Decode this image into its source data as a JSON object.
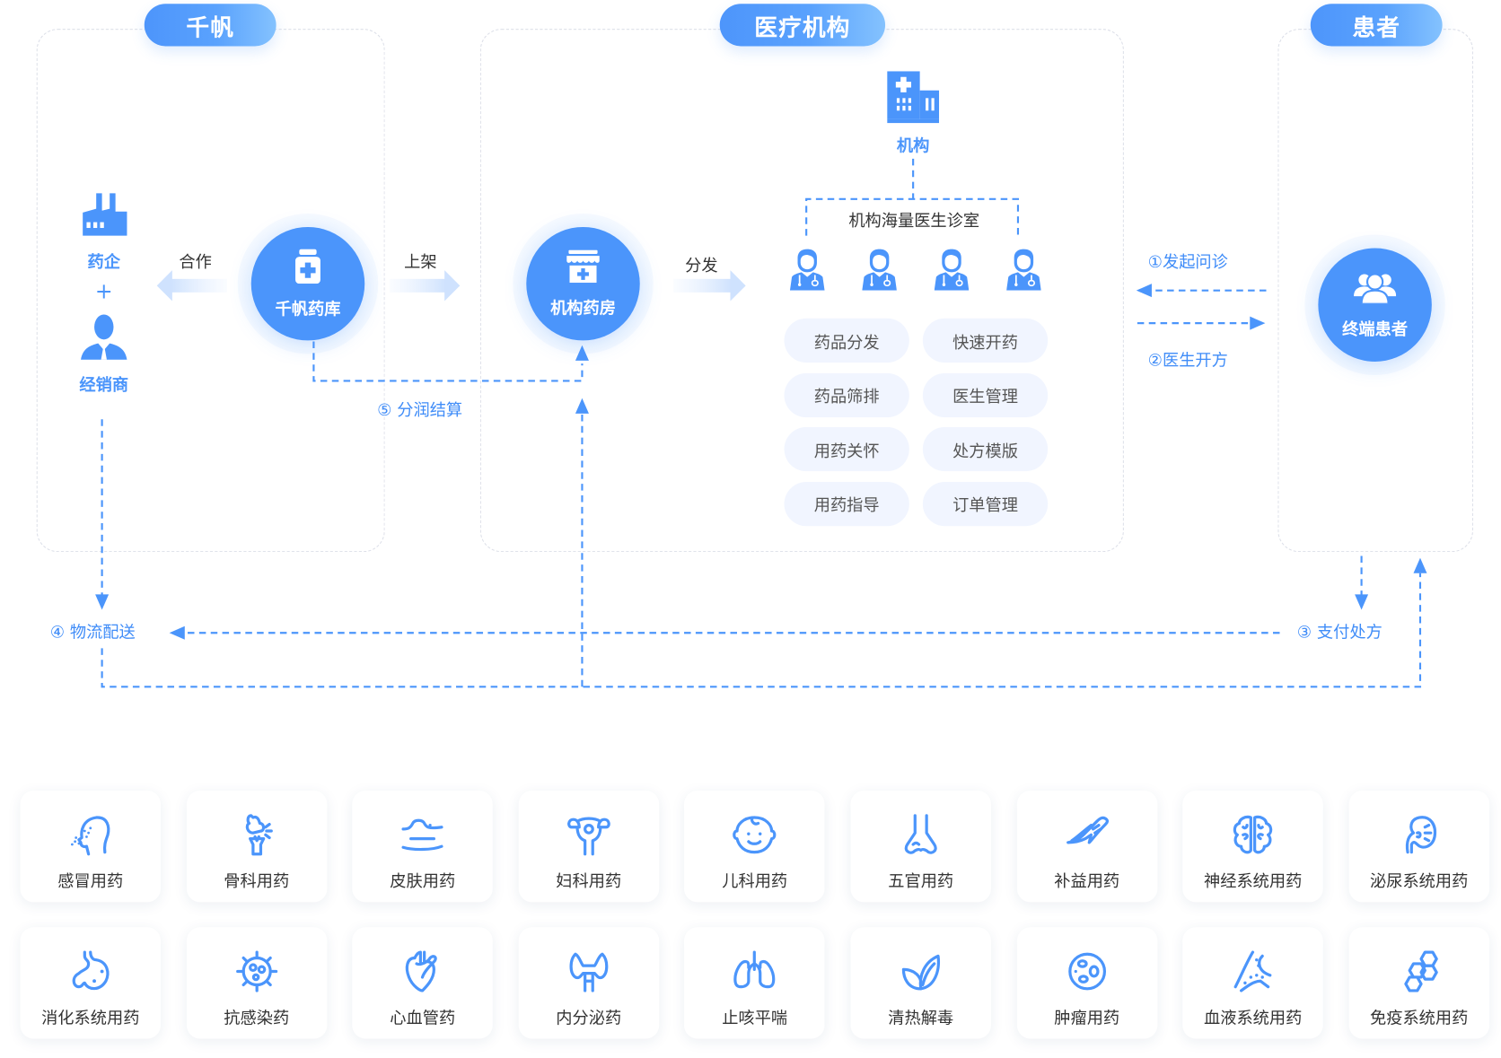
{
  "colors": {
    "accent": "#4b95fb",
    "panel_border": "#dcdfe8",
    "chip_bg": "#f1f5ff",
    "text_dark": "#333333"
  },
  "sections": {
    "qianfan": {
      "title": "千帆"
    },
    "medical": {
      "title": "医疗机构"
    },
    "patient": {
      "title": "患者"
    }
  },
  "qianfan": {
    "pharma_company": {
      "label": "药企",
      "icon": "factory-icon"
    },
    "plus": "+",
    "distributor": {
      "label": "经销商",
      "icon": "businessman-icon"
    },
    "cooperate_label": "合作",
    "warehouse": {
      "label": "千帆药库",
      "icon": "medicine-bottle-icon"
    },
    "listing_label": "上架"
  },
  "medical": {
    "institution": {
      "label": "机构",
      "icon": "hospital-icon"
    },
    "clinic_label": "机构海量医生诊室",
    "pharmacy": {
      "label": "机构药房",
      "icon": "pharmacy-store-icon"
    },
    "distribute_label": "分发",
    "doctors": [
      {
        "icon": "doctor-icon"
      },
      {
        "icon": "doctor-icon"
      },
      {
        "icon": "doctor-icon"
      },
      {
        "icon": "doctor-icon"
      }
    ],
    "features": [
      "药品分发",
      "快速开药",
      "药品筛排",
      "医生管理",
      "用药关怀",
      "处方模版",
      "用药指导",
      "订单管理"
    ]
  },
  "patient": {
    "end_patient": {
      "label": "终端患者",
      "icon": "users-group-icon"
    }
  },
  "flow_steps": {
    "step1": "①发起问诊",
    "step2": "②医生开方",
    "step3": "③ 支付处方",
    "step4": "④ 物流配送",
    "step5": "⑤ 分润结算"
  },
  "categories": [
    {
      "label": "感冒用药",
      "icon": "head-sneeze-icon"
    },
    {
      "label": "骨科用药",
      "icon": "bone-fracture-icon"
    },
    {
      "label": "皮肤用药",
      "icon": "skin-layer-icon"
    },
    {
      "label": "妇科用药",
      "icon": "uterus-icon"
    },
    {
      "label": "儿科用药",
      "icon": "baby-face-icon"
    },
    {
      "label": "五官用药",
      "icon": "nose-icon"
    },
    {
      "label": "补益用药",
      "icon": "ginseng-icon"
    },
    {
      "label": "神经系统用药",
      "icon": "brain-icon"
    },
    {
      "label": "泌尿系统用药",
      "icon": "kidney-icon"
    },
    {
      "label": "消化系统用药",
      "icon": "stomach-icon"
    },
    {
      "label": "抗感染药",
      "icon": "virus-icon"
    },
    {
      "label": "心血管药",
      "icon": "heart-icon"
    },
    {
      "label": "内分泌药",
      "icon": "thyroid-icon"
    },
    {
      "label": "止咳平喘",
      "icon": "lungs-icon"
    },
    {
      "label": "清热解毒",
      "icon": "leaf-icon"
    },
    {
      "label": "肿瘤用药",
      "icon": "tumor-cell-icon"
    },
    {
      "label": "血液系统用药",
      "icon": "blood-vessel-icon"
    },
    {
      "label": "免疫系统用药",
      "icon": "hexagon-cells-icon"
    }
  ]
}
